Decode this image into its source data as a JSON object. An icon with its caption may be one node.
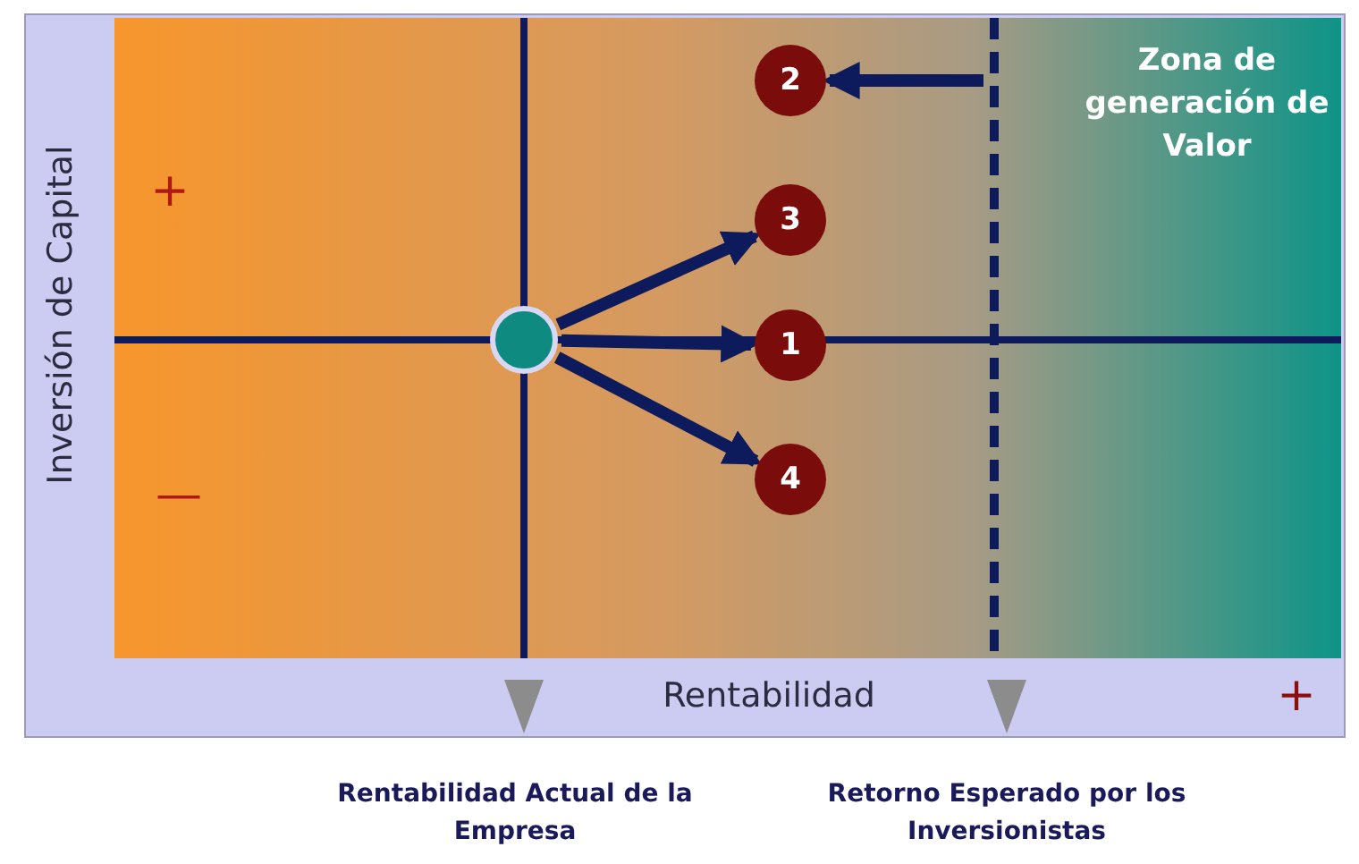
{
  "diagram": {
    "nodes": [
      {
        "text": [
          "2"
        ]
      },
      {
        "text": [
          "3"
        ]
      },
      {
        "text": [],
        "shape": "circle"
      },
      {
        "text": [
          "1"
        ]
      },
      {
        "text": [
          "4"
        ]
      }
    ],
    "edges": [
      {
        "from": null,
        "to": 0,
        "arrow": "to"
      },
      {
        "from": 2,
        "to": 1,
        "arrow": "to"
      },
      {
        "from": 2,
        "to": 3,
        "arrow": "to"
      },
      {
        "from": 2,
        "to": 4,
        "arrow": "to"
      }
    ],
    "labels": [
      "Zona de generación de Valor",
      "+",
      "Inversión de Capital",
      "—",
      "Rentabilidad",
      "+",
      "Rentabilidad Actual de la Empresa",
      "Retorno Esperado por los Inversionistas"
    ]
  }
}
